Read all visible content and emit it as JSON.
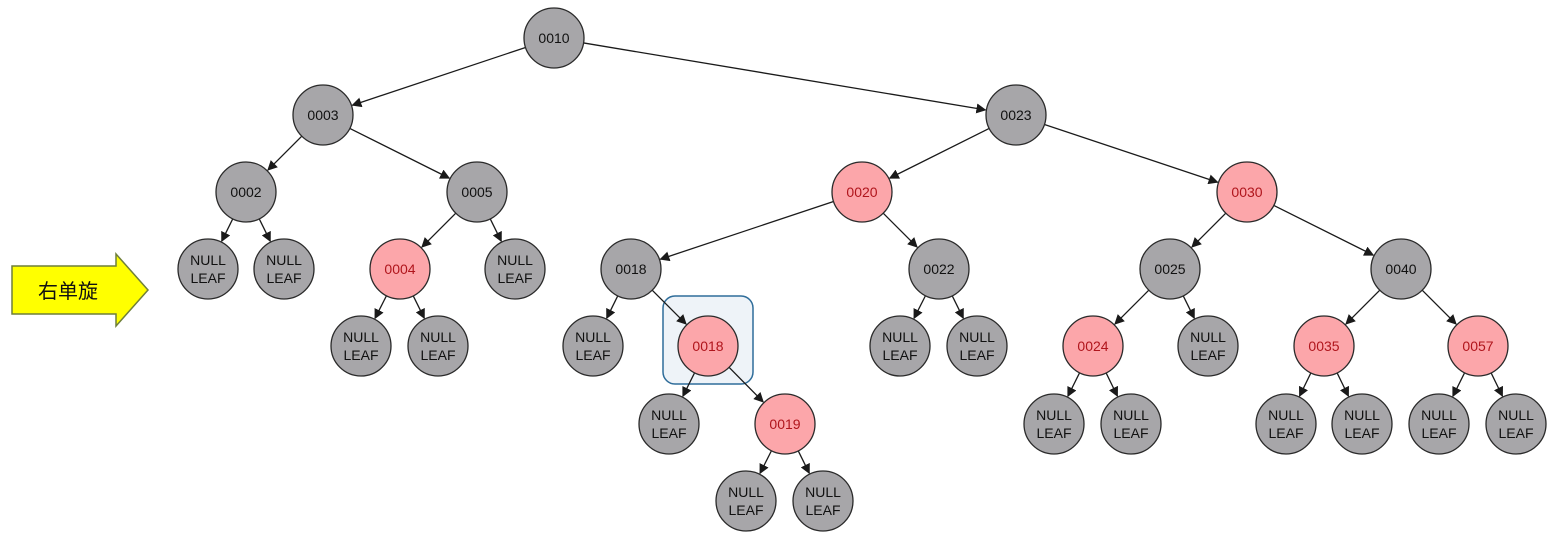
{
  "operation_label": "右单旋",
  "colors": {
    "black_node_fill": "#a7a6a9",
    "red_node_fill": "#fca6aa",
    "red_text": "#b0151c",
    "black_text": "#111111",
    "edge": "#1a1a1a",
    "arrow_fill": "#ffff00",
    "arrow_stroke": "#6f7f3a",
    "highlight_stroke": "#2f6d9a",
    "highlight_fill": "#eef3f8"
  },
  "null_leaf_label": [
    "NULL",
    "LEAF"
  ],
  "nodes": [
    {
      "id": "n0010",
      "label": "0010",
      "color": "black"
    },
    {
      "id": "n0003",
      "label": "0003",
      "color": "black"
    },
    {
      "id": "n0023",
      "label": "0023",
      "color": "black"
    },
    {
      "id": "n0002",
      "label": "0002",
      "color": "black"
    },
    {
      "id": "n0005",
      "label": "0005",
      "color": "black"
    },
    {
      "id": "n0020",
      "label": "0020",
      "color": "red"
    },
    {
      "id": "n0030",
      "label": "0030",
      "color": "red"
    },
    {
      "id": "n0004",
      "label": "0004",
      "color": "red"
    },
    {
      "id": "n0018a",
      "label": "0018",
      "color": "black"
    },
    {
      "id": "n0022",
      "label": "0022",
      "color": "black"
    },
    {
      "id": "n0025",
      "label": "0025",
      "color": "black"
    },
    {
      "id": "n0040",
      "label": "0040",
      "color": "black"
    },
    {
      "id": "n0018b",
      "label": "0018",
      "color": "red",
      "highlighted": true
    },
    {
      "id": "n0024",
      "label": "0024",
      "color": "red"
    },
    {
      "id": "n0035",
      "label": "0035",
      "color": "red"
    },
    {
      "id": "n0057",
      "label": "0057",
      "color": "red"
    },
    {
      "id": "n0019",
      "label": "0019",
      "color": "red"
    }
  ],
  "edges": [
    [
      "n0010",
      "n0003"
    ],
    [
      "n0010",
      "n0023"
    ],
    [
      "n0003",
      "n0002"
    ],
    [
      "n0003",
      "n0005"
    ],
    [
      "n0023",
      "n0020"
    ],
    [
      "n0023",
      "n0030"
    ],
    [
      "n0002",
      "nl1"
    ],
    [
      "n0002",
      "nl2"
    ],
    [
      "n0005",
      "n0004"
    ],
    [
      "n0005",
      "nl3"
    ],
    [
      "n0020",
      "n0018a"
    ],
    [
      "n0020",
      "n0022"
    ],
    [
      "n0030",
      "n0025"
    ],
    [
      "n0030",
      "n0040"
    ],
    [
      "n0004",
      "nl4"
    ],
    [
      "n0004",
      "nl5"
    ],
    [
      "n0018a",
      "nl6"
    ],
    [
      "n0018a",
      "n0018b"
    ],
    [
      "n0022",
      "nl7"
    ],
    [
      "n0022",
      "nl8"
    ],
    [
      "n0025",
      "n0024"
    ],
    [
      "n0025",
      "nl9"
    ],
    [
      "n0040",
      "n0035"
    ],
    [
      "n0040",
      "n0057"
    ],
    [
      "n0018b",
      "nl10"
    ],
    [
      "n0018b",
      "n0019"
    ],
    [
      "n0024",
      "nl11"
    ],
    [
      "n0024",
      "nl12"
    ],
    [
      "n0035",
      "nl13"
    ],
    [
      "n0035",
      "nl14"
    ],
    [
      "n0057",
      "nl15"
    ],
    [
      "n0057",
      "nl16"
    ],
    [
      "n0019",
      "nl17"
    ],
    [
      "n0019",
      "nl18"
    ]
  ]
}
